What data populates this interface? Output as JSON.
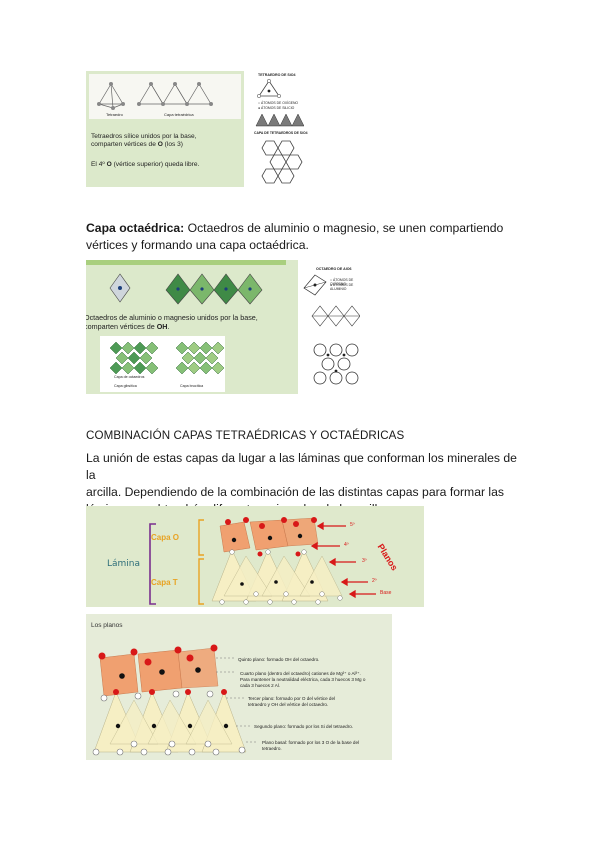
{
  "figure1": {
    "labels": [
      "Tetraedro",
      "Capa tetraédrica"
    ],
    "side_title": "TETRAEDRO DE SiO4",
    "legend": [
      "ÁTOMOS DE OXÍGENO",
      "ÁTOMOS DE SILICIO"
    ],
    "side_title2": "CAPA DE TETRAEDROS DE SiO4",
    "text_line1": "Tetraedros sílice unidos por la base,",
    "text_line2_pre": "comparten vértices de ",
    "text_line2_bold": "O",
    "text_line2_post": " (los 3)",
    "text_line3_pre": "El 4º ",
    "text_line3_bold": "O",
    "text_line3_post": " (vértice superior) queda libre."
  },
  "section_octa": {
    "bold": "Capa octaédrica:",
    "line1": " Octaedros de aluminio o magnesio, se unen compartiendo",
    "line2": "vértices y formando una capa octaédrica."
  },
  "figure2": {
    "text_line1": "Octaedros de aluminio o magnesio unidos por la base,",
    "text_line2_pre": "comparten vértices de ",
    "text_line2_bold": "OH",
    "text_line2_post": ".",
    "side_title": "OCTAEDRO DE AlO6",
    "legend": [
      "ÁTOMOS DE OXÍGENO",
      "ÁTOMOS DE ALUMINIO"
    ],
    "sublabels": [
      "Capa de octaedros",
      "Capa gibsítica",
      "Capa brucítica"
    ]
  },
  "section_comb": {
    "heading": "COMBINACIÓN CAPAS TETRAÉDRICAS Y OCTAÉDRICAS",
    "line1": "La unión de estas capas da lugar a las láminas que conforman los minerales de la",
    "line2": "arcilla. Dependiendo de la combinación de las distintas capas para formar las",
    "line3": "láminas, se obtendrán diferentes minerales de la arcilla."
  },
  "figure3": {
    "lamina": "Lámina",
    "capa_o": "Capa O",
    "capa_t": "Capa T",
    "planos": "Planos",
    "plane_labels": [
      "5º",
      "4º",
      "3º",
      "2º",
      "Base"
    ]
  },
  "figure4": {
    "title": "Los planos",
    "p5": "Quinto plano: formado OH del octaedro.",
    "p4_1": "Cuarto plano (dentro del octaedro) cationes de Mg²⁺ o Al³⁺.",
    "p4_2": "Para mantener la neutralidad eléctrica, cada 3 huecos 3 Mg o",
    "p4_3": "cada 3 huecos 2 Al.",
    "p3_1": "Tercer plano: formado por O del vértice del",
    "p3_2": "tetraedro y OH  del vértice del octaedro.",
    "p2": "Segundo plano: formado por los Si del tetraedro.",
    "p1_1": "Plano basal: formado por los 3 O de la base del",
    "p1_2": "tetraedro."
  },
  "colors": {
    "green_bg": "#dbe9c9",
    "green_header": "#a9cf7e",
    "peach": "#f0a070",
    "cream": "#f6efc4",
    "red": "#d81818",
    "orange_text": "#e8a323",
    "purple": "#7a2f8e",
    "teal": "#2f6f7a"
  }
}
